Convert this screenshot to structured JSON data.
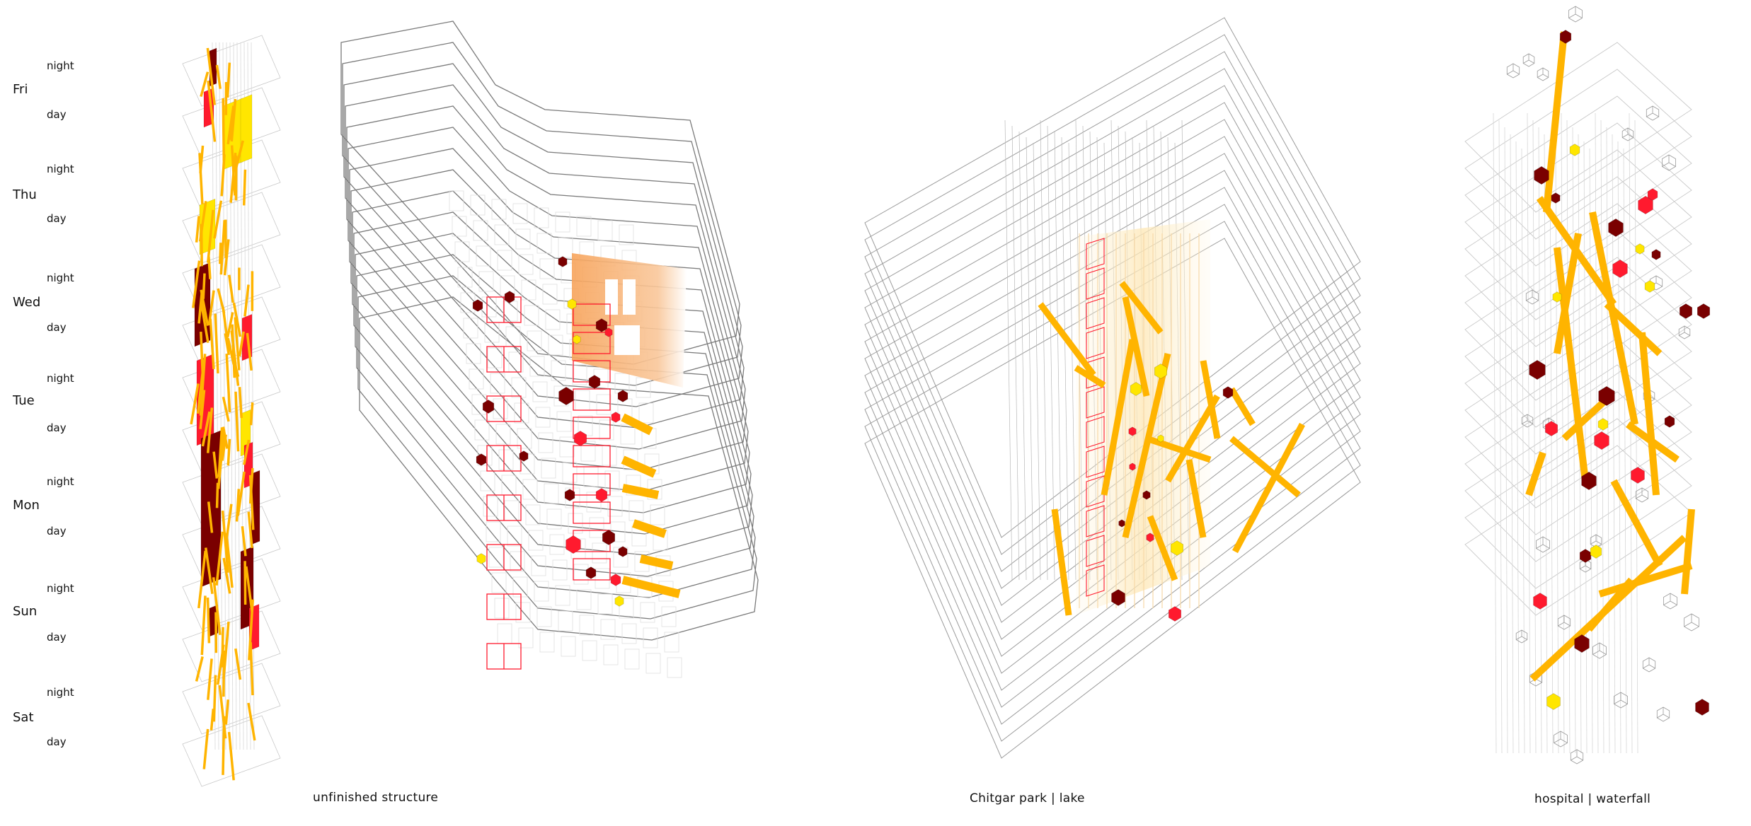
{
  "schedule": {
    "days": [
      {
        "name": "Fri",
        "night": "night",
        "day": "day"
      },
      {
        "name": "Thu",
        "night": "night",
        "day": "day"
      },
      {
        "name": "Wed",
        "night": "night",
        "day": "day"
      },
      {
        "name": "Tue",
        "night": "night",
        "day": "day"
      },
      {
        "name": "Mon",
        "night": "night",
        "day": "day"
      },
      {
        "name": "Sun",
        "night": "night",
        "day": "day"
      },
      {
        "name": "Sat",
        "night": "night",
        "day": "day"
      }
    ]
  },
  "captions": {
    "unfinished": "unfinished structure",
    "chitgar": "Chitgar park | lake",
    "hospital": "hospital | waterfall"
  },
  "colors": {
    "dark_red": "#7a0000",
    "red": "#ff1a2e",
    "yellow": "#ffe600",
    "orange": "#ffb400",
    "gradient_orange": "#f7a65a",
    "line": "#888888",
    "light_line": "#cfcfcf"
  }
}
